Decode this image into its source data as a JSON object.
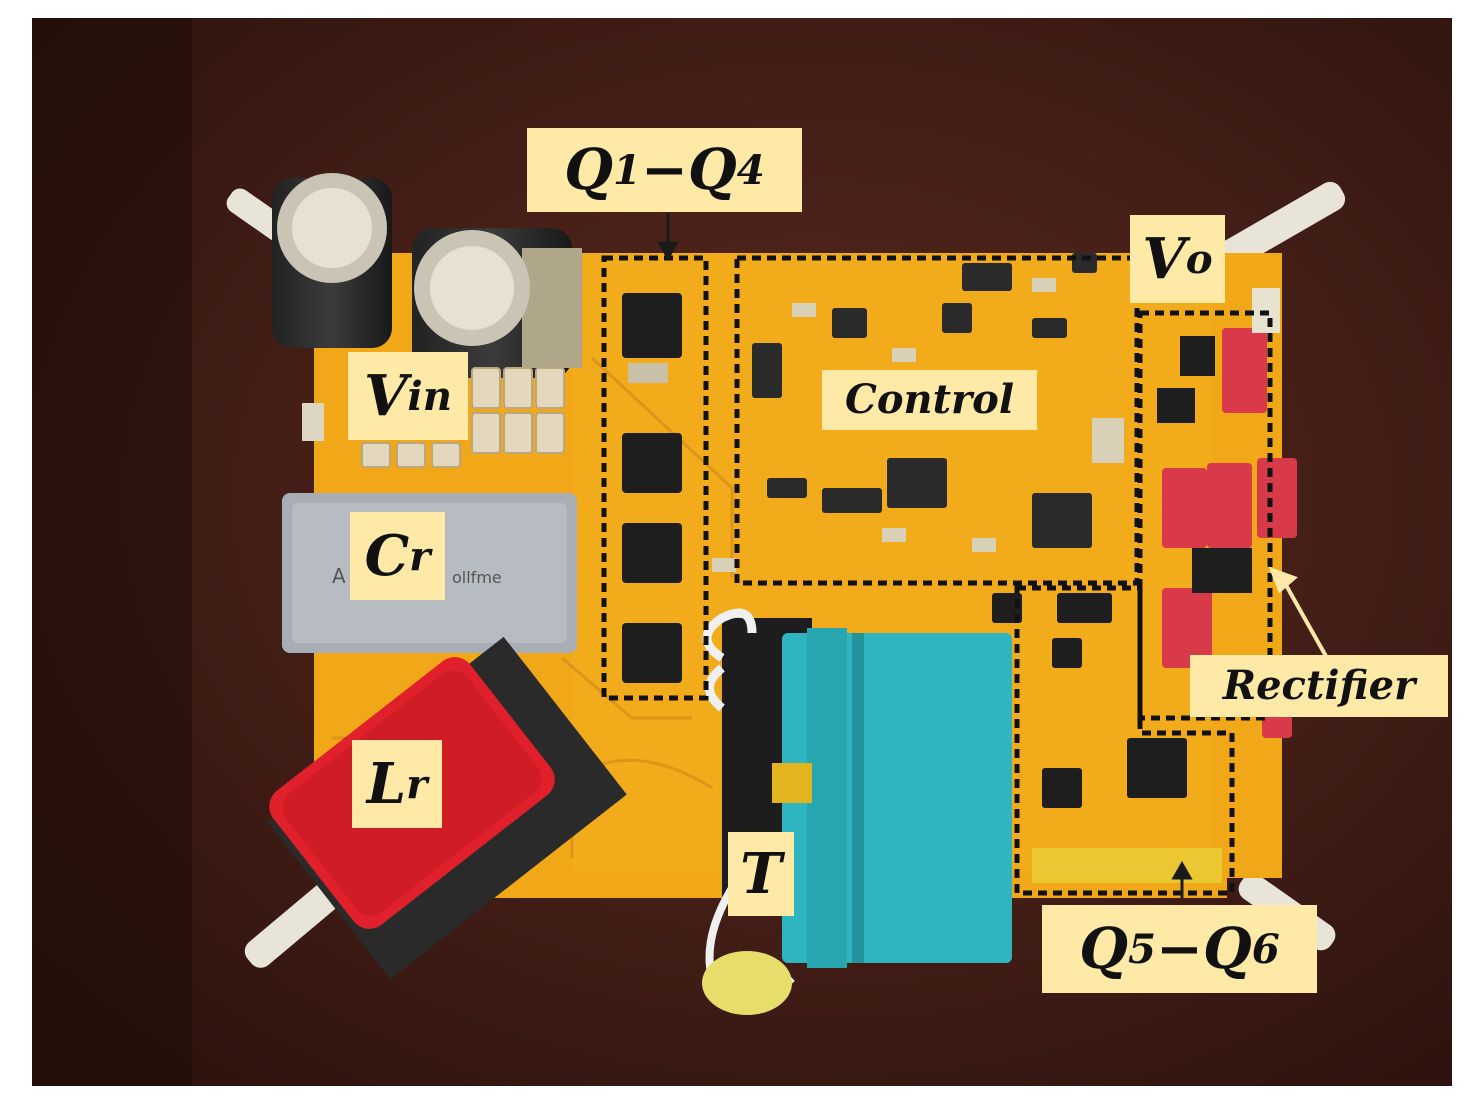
{
  "labels": {
    "q1q4": {
      "main": "Q",
      "sub1": "1",
      "dash": " − ",
      "main2": "Q",
      "sub2": "4"
    },
    "vin": {
      "main": "V",
      "sub": "in"
    },
    "cr": {
      "main": "C",
      "sub": "r"
    },
    "lr": {
      "main": "L",
      "sub": "r"
    },
    "t": {
      "main": "T"
    },
    "vo": {
      "main": "V",
      "sub": "o"
    },
    "control": "Control",
    "rectifier": "Rectifier",
    "q5q6": {
      "main": "Q",
      "sub1": "5",
      "dash": " − ",
      "main2": "Q",
      "sub2": "6"
    }
  },
  "colors": {
    "label_bg": "#ffe9a6",
    "pcb": "#f0a818",
    "table": "#3a1a14",
    "transformer": "#2fb5c0",
    "inductor": "#e0202a",
    "capacitor_box": "#a9aeb6"
  }
}
